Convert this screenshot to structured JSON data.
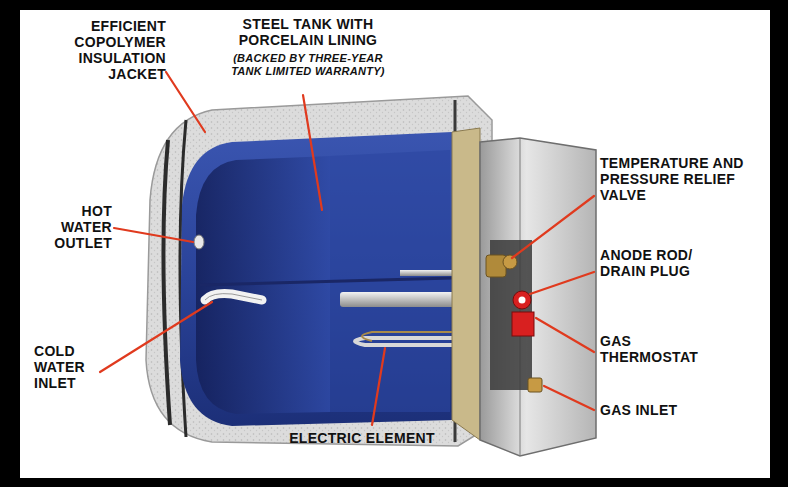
{
  "diagram": {
    "labels": [
      "EFFICIENT COPOLYMER INSULATION JACKET",
      "STEEL TANK WITH PORCELAIN LINING",
      "(BACKED BY THREE-YEAR TANK LIMITED WARRANTY)",
      "HOT WATER OUTLET",
      "COLD WATER INLET",
      "ELECTRIC ELEMENT",
      "TEMPERATURE AND PRESSURE RELIEF VALVE",
      "ANODE ROD/ DRAIN PLUG",
      "GAS THERMOSTAT",
      "GAS INLET"
    ]
  }
}
